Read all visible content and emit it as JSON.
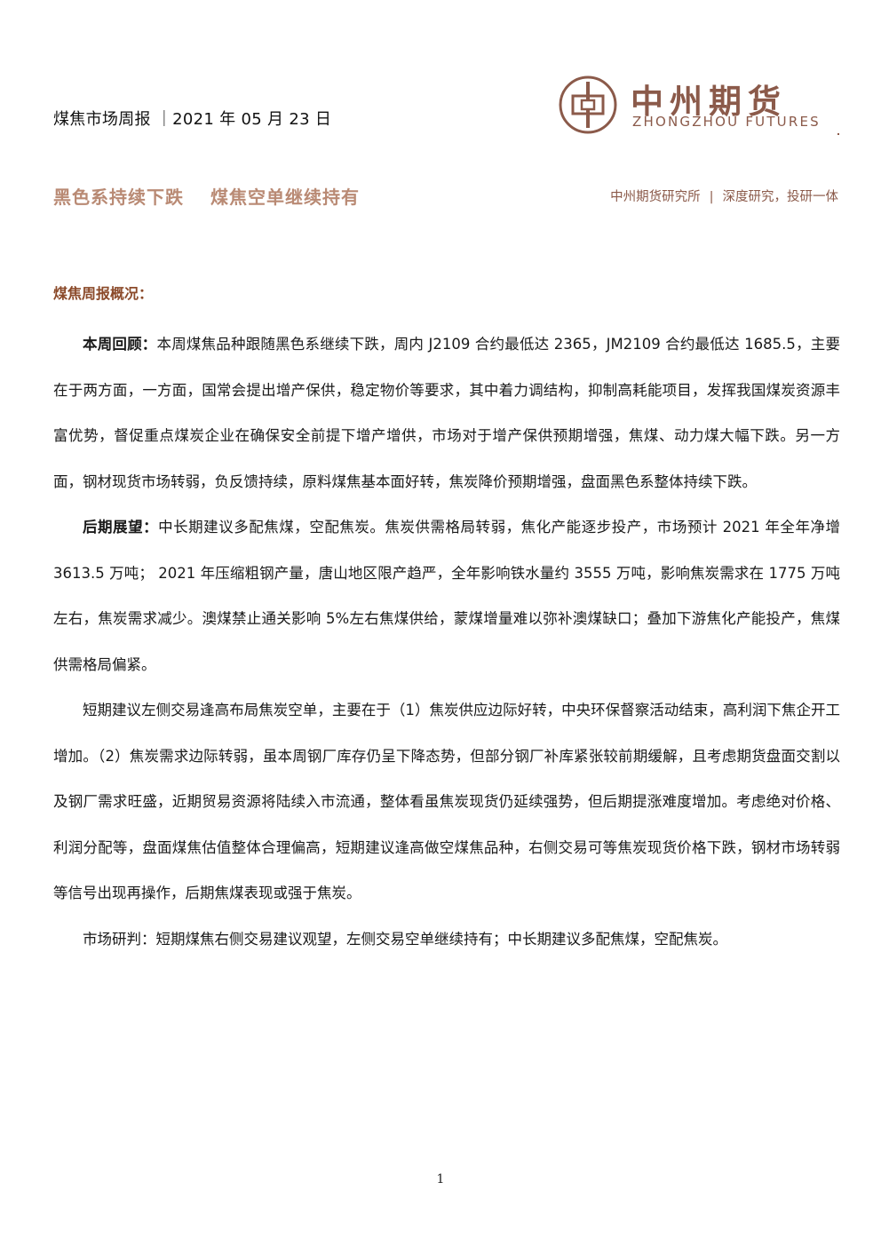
{
  "header": {
    "report_title": "煤焦市场周报 ｜2021 年 05 月 23 日",
    "logo": {
      "name_cn": "中州期货",
      "name_en": "ZHONGZHOU FUTURES",
      "color": "#8b5a4a"
    }
  },
  "headline": {
    "part1": "黑色系持续下跌",
    "part2": "煤焦空单继续持有",
    "color": "#b98a74"
  },
  "research_tag": {
    "institute": "中州期货研究所",
    "separator": "|",
    "slogan": "深度研究，投研一体"
  },
  "section": {
    "heading": "煤焦周报概况："
  },
  "paragraphs": [
    {
      "lead": "本周回顾：",
      "text": "本周煤焦品种跟随黑色系继续下跌，周内 J2109 合约最低达 2365，JM2109 合约最低达 1685.5，主要在于两方面，一方面，国常会提出增产保供，稳定物价等要求，其中着力调结构，抑制高耗能项目，发挥我国煤炭资源丰富优势，督促重点煤炭企业在确保安全前提下增产增供，市场对于增产保供预期增强，焦煤、动力煤大幅下跌。另一方面，钢材现货市场转弱，负反馈持续，原料煤焦基本面好转，焦炭降价预期增强，盘面黑色系整体持续下跌。"
    },
    {
      "lead": "后期展望：",
      "text": "中长期建议多配焦煤，空配焦炭。焦炭供需格局转弱，焦化产能逐步投产，市场预计 2021 年全年净增 3613.5 万吨； 2021 年压缩粗钢产量，唐山地区限产趋严，全年影响铁水量约 3555 万吨，影响焦炭需求在 1775 万吨左右，焦炭需求减少。澳煤禁止通关影响 5%左右焦煤供给，蒙煤增量难以弥补澳煤缺口；叠加下游焦化产能投产，焦煤供需格局偏紧。"
    },
    {
      "lead": "",
      "text": "短期建议左侧交易逢高布局焦炭空单，主要在于（1）焦炭供应边际好转，中央环保督察活动结束，高利润下焦企开工增加。（2）焦炭需求边际转弱，虽本周钢厂库存仍呈下降态势，但部分钢厂补库紧张较前期缓解，且考虑期货盘面交割以及钢厂需求旺盛，近期贸易资源将陆续入市流通，整体看虽焦炭现货仍延续强势，但后期提涨难度增加。考虑绝对价格、利润分配等，盘面煤焦估值整体合理偏高，短期建议逢高做空煤焦品种，右侧交易可等焦炭现货价格下跌，钢材市场转弱等信号出现再操作，后期焦煤表现或强于焦炭。"
    },
    {
      "lead": "",
      "text": "市场研判：短期煤焦右侧交易建议观望，左侧交易空单继续持有；中长期建议多配焦煤，空配焦炭。"
    }
  ],
  "footer": {
    "page_number": "1"
  }
}
